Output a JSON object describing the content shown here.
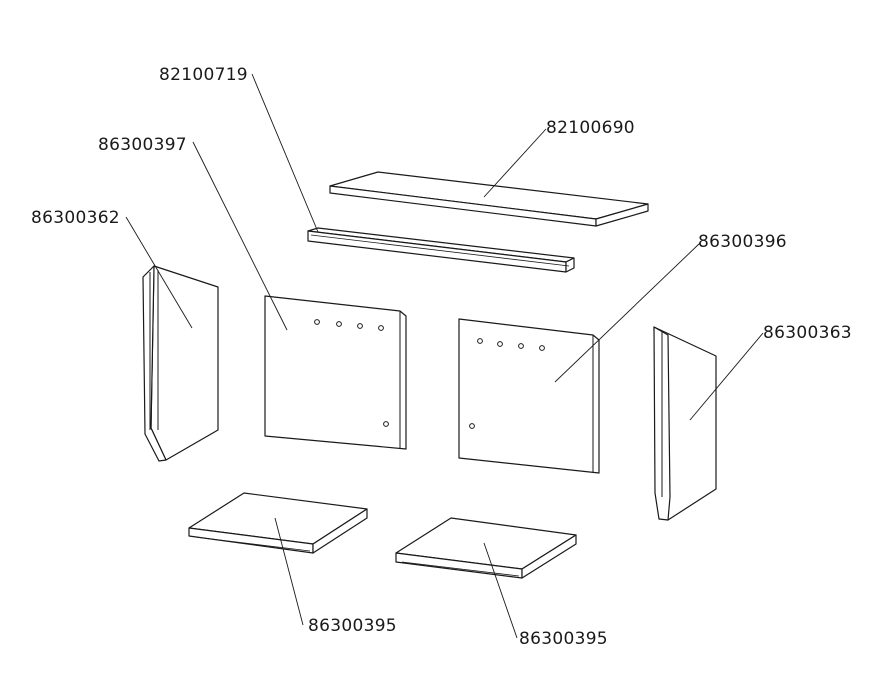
{
  "callouts": {
    "rod_top": "82100719",
    "top_plate": "82100690",
    "back_left": "86300397",
    "side_left": "86300362",
    "back_right": "86300396",
    "side_right": "86300363",
    "bottom_left": "86300395",
    "bottom_right": "86300395"
  }
}
